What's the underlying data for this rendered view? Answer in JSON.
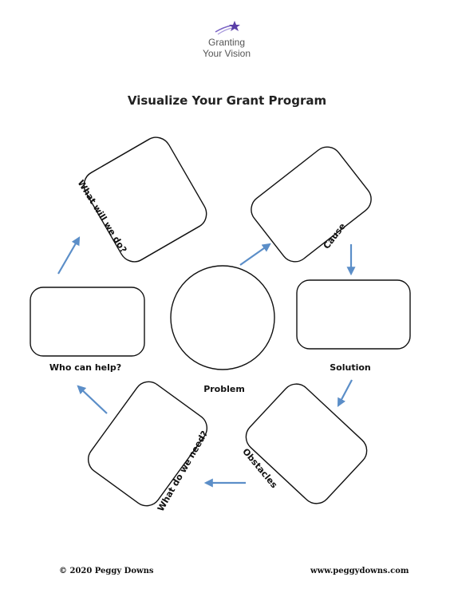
{
  "logo": {
    "line1": "Granting",
    "line2": "Your Vision",
    "icon": "shooting-star-icon",
    "icon_color": "#5b3fa8"
  },
  "title": "Visualize Your Grant Program",
  "labels": {
    "center": "Problem",
    "cause": "Cause",
    "solution": "Solution",
    "obstacles": "Obstacles",
    "what_do_we_need": "What do we need?",
    "who_can_help": "Who can help?",
    "what_will_we_do": "What will we do?"
  },
  "colors": {
    "arrow": "#5b8ec8",
    "outline": "#111111"
  },
  "footer": {
    "left": "© 2020 Peggy Downs",
    "right": "www.peggydowns.com"
  }
}
